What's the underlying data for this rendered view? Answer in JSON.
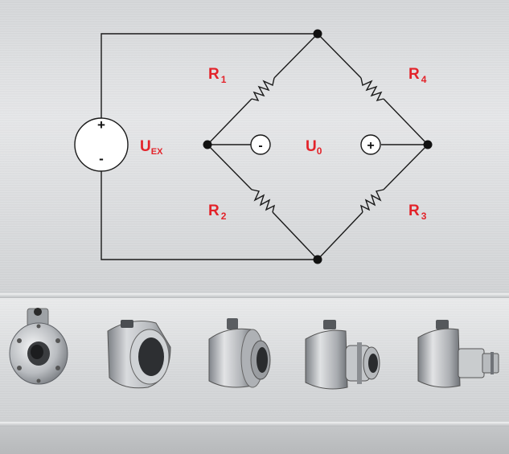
{
  "circuit": {
    "source": {
      "label_main": "U",
      "label_sub": "EX",
      "plus": "+",
      "minus": "-"
    },
    "resistors": [
      {
        "id": "R1",
        "main": "R",
        "sub": "1"
      },
      {
        "id": "R2",
        "main": "R",
        "sub": "2"
      },
      {
        "id": "R3",
        "main": "R",
        "sub": "3"
      },
      {
        "id": "R4",
        "main": "R",
        "sub": "4"
      }
    ],
    "output": {
      "label_main": "U",
      "label_sub": "0",
      "minus": "-",
      "plus": "+"
    }
  },
  "colors": {
    "label": "#e3232a",
    "wire": "#1a1a1a"
  },
  "products": [
    {
      "name": "flange-torque-sensor"
    },
    {
      "name": "hollow-shaft-torque-sensor"
    },
    {
      "name": "cylindrical-torque-sensor"
    },
    {
      "name": "clamping-hub-torque-sensor"
    },
    {
      "name": "shaft-torque-sensor"
    }
  ]
}
